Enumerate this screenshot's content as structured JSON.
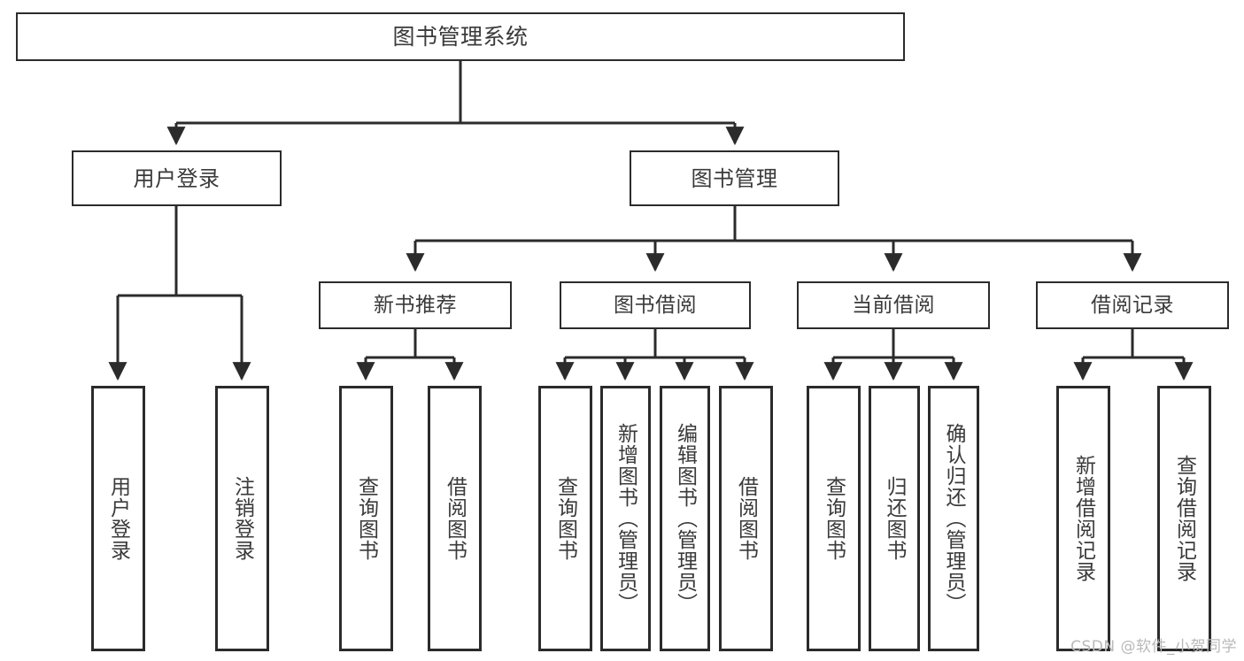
{
  "diagram": {
    "type": "tree-hierarchy",
    "title": "图书管理系统",
    "orientation": "top-down",
    "line_color": "#2b2b2b",
    "box_fill": "#ffffff",
    "text_color": "#3a3a3a",
    "root": {
      "label": "图书管理系统"
    },
    "level2": [
      {
        "label": "用户登录"
      },
      {
        "label": "图书管理"
      }
    ],
    "level3": [
      {
        "label": "新书推荐"
      },
      {
        "label": "图书借阅"
      },
      {
        "label": "当前借阅"
      },
      {
        "label": "借阅记录"
      }
    ],
    "leaves": {
      "user_login": [
        {
          "label": "用户登录"
        },
        {
          "label": "注销登录"
        }
      ],
      "new_book_recommend": [
        {
          "label": "查询图书"
        },
        {
          "label": "借阅图书"
        }
      ],
      "book_borrow": [
        {
          "label": "查询图书"
        },
        {
          "label": "新增图书（管理员）"
        },
        {
          "label": "编辑图书（管理员）"
        },
        {
          "label": "借阅图书"
        }
      ],
      "current_borrow": [
        {
          "label": "查询图书"
        },
        {
          "label": "归还图书"
        },
        {
          "label": "确认归还（管理员）"
        }
      ],
      "borrow_record": [
        {
          "label": "新增借阅记录"
        },
        {
          "label": "查询借阅记录"
        }
      ]
    }
  },
  "watermark": {
    "text": "CSDN @软件_小贺同学"
  }
}
